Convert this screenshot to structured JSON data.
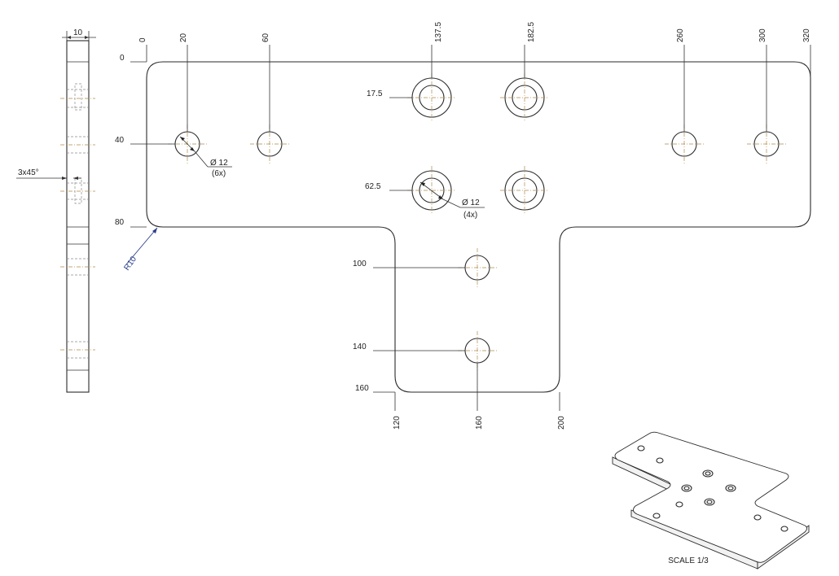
{
  "drawing": {
    "thickness_label": "10",
    "chamfer_label": "3x45°",
    "radius_label": "R10",
    "scale_label": "SCALE  1/3",
    "x_dims": [
      "0",
      "20",
      "60",
      "137.5",
      "182.5",
      "260",
      "300",
      "320"
    ],
    "x_dims_bottom": [
      "120",
      "160",
      "200"
    ],
    "y_dims": [
      "0",
      "17.5",
      "40",
      "62.5",
      "80",
      "100",
      "140",
      "160"
    ],
    "hole_callout_1": {
      "diameter": "Ø 12",
      "count": "(6x)"
    },
    "hole_callout_2": {
      "diameter": "Ø 12",
      "count": "(4x)"
    },
    "colors": {
      "line": "#2a2a2a",
      "centerline": "#b08a4a",
      "leader": "#2a3f8a"
    }
  }
}
